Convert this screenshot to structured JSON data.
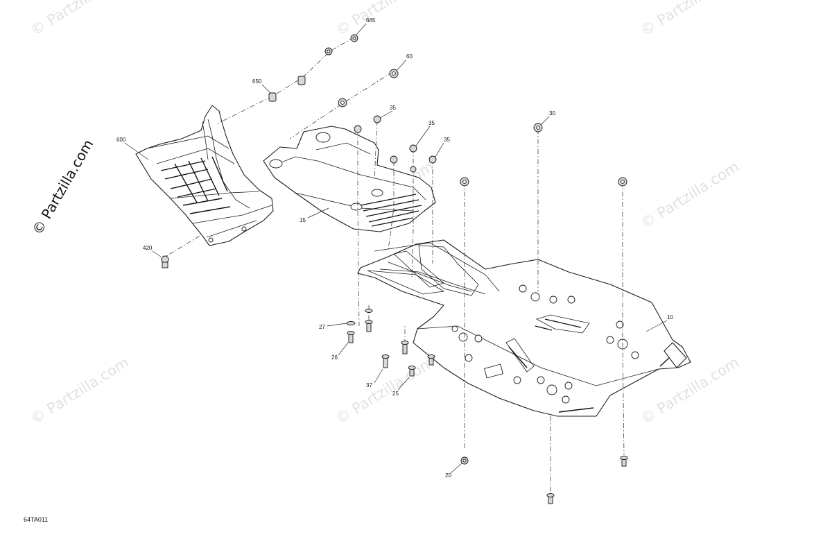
{
  "watermark": {
    "text": "© Partzilla.com"
  },
  "brand_mark": {
    "text": "© Partzilla.com"
  },
  "drawing_code": "64TA011",
  "callouts": {
    "c665": "665",
    "c60": "60",
    "c650": "650",
    "c35a": "35",
    "c35b": "35",
    "c35c": "35",
    "c30": "30",
    "c600": "600",
    "c15": "15",
    "c420": "420",
    "c10": "10",
    "c27": "27",
    "c26": "26",
    "c37": "37",
    "c25": "25",
    "c20": "20"
  }
}
